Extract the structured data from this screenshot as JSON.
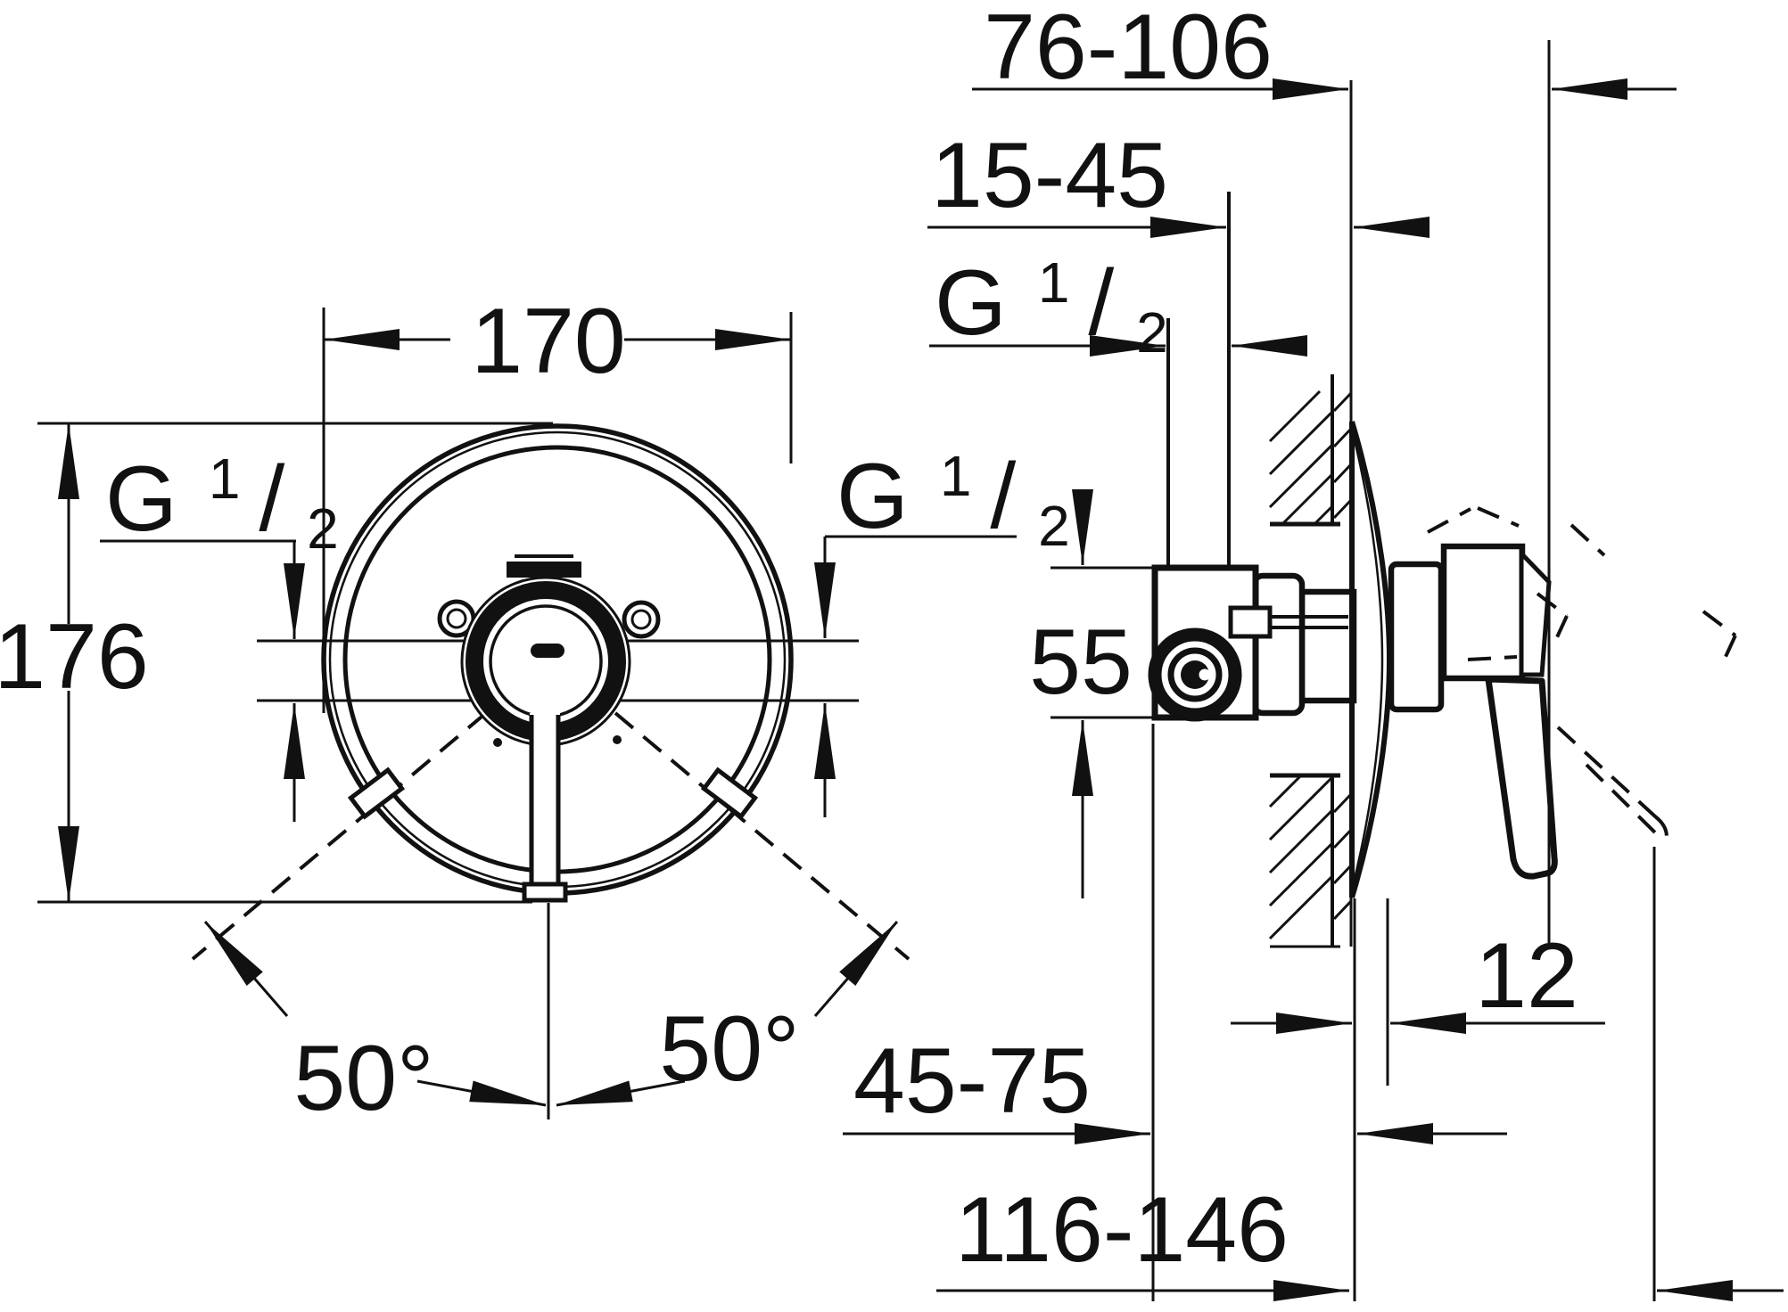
{
  "drawing": {
    "type": "technical-installation-diagram",
    "front_view": {
      "diameter_label": "170",
      "height_label": "176",
      "thread_left": {
        "g": "G",
        "sup": "1",
        "slash": "/",
        "sub": "2"
      },
      "thread_right": {
        "g": "G",
        "sup": "1",
        "slash": "/",
        "sub": "2"
      },
      "swing_angle_left": "50°",
      "swing_angle_right": "50°"
    },
    "side_view": {
      "wall_to_handle_range": "76-106",
      "concealed_depth_range": "15-45",
      "top_thread": {
        "g": "G",
        "sup": "1",
        "slash": "/",
        "sub": "2"
      },
      "body_height": "55",
      "escutcheon_thickness": "12",
      "body_to_wall_range": "45-75",
      "overall_depth_range": "116-146"
    }
  }
}
